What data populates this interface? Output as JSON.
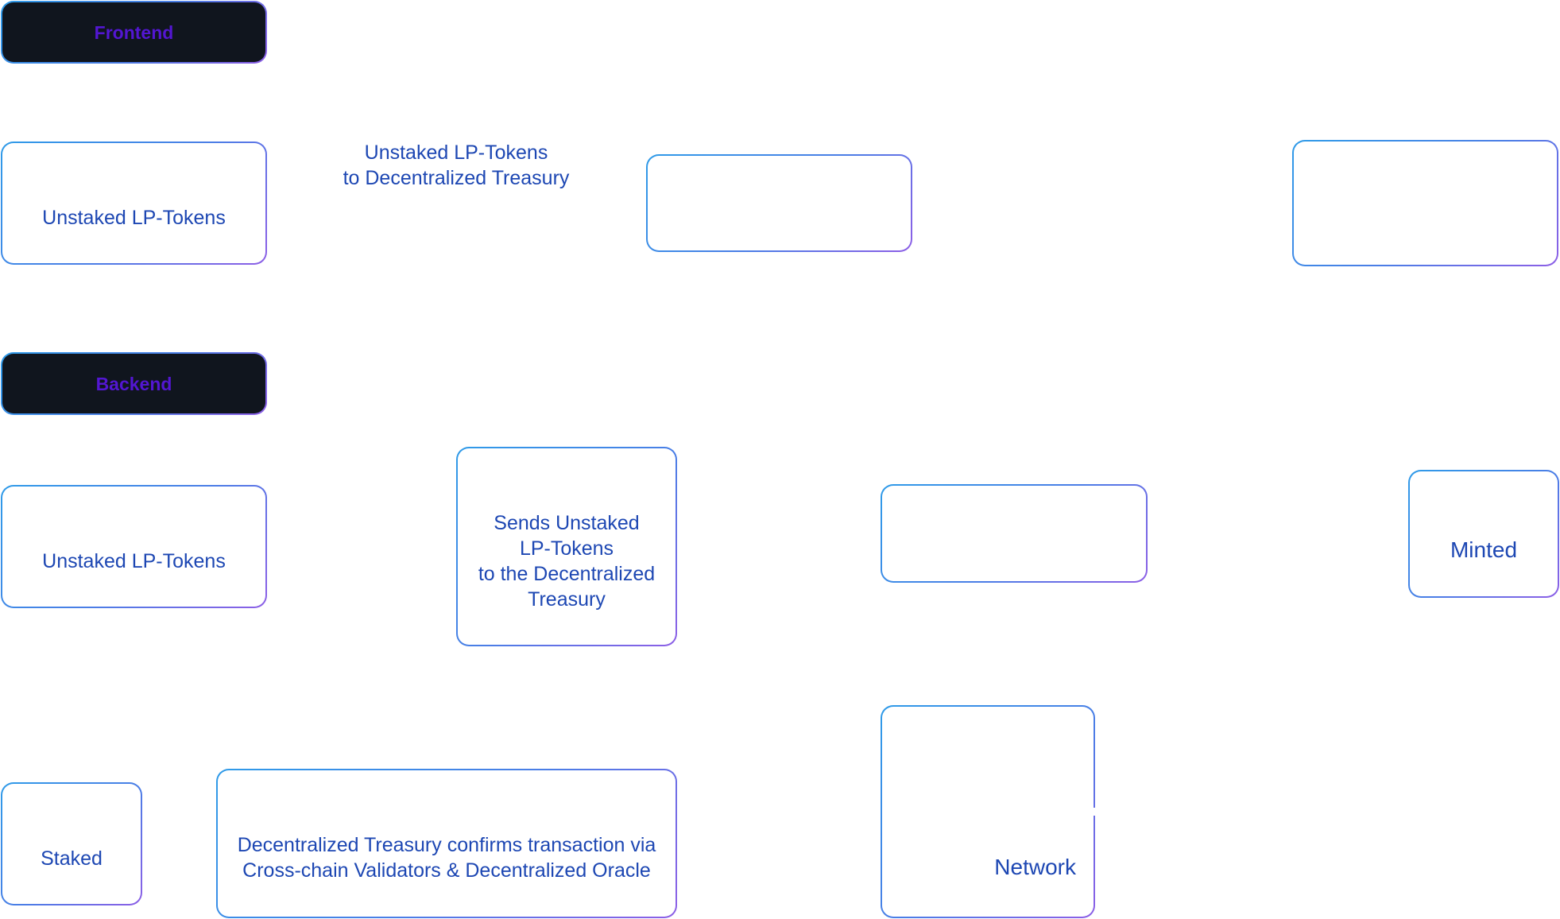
{
  "sections": {
    "frontend": "Frontend",
    "backend": "Backend"
  },
  "frontend_row": {
    "unstaked_box": "Unstaked  LP-Tokens",
    "transfer_caption": "Unstaked LP-Tokens\nto Decentralized Treasury",
    "middle_box": "",
    "right_box": ""
  },
  "backend_row": {
    "unstaked_box": "Unstaked  LP-Tokens",
    "sends_box": "Sends Unstaked\nLP-Tokens\nto the Decentralized\nTreasury",
    "middle_box": "",
    "minted_box": "Minted"
  },
  "bottom_row": {
    "staked_box": "Staked",
    "confirm_box": "Decentralized Treasury confirms transaction via\nCross-chain Validators & Decentralized Oracle",
    "network_box": "Network"
  },
  "colors": {
    "box_border_start": "#2f9be8",
    "box_border_end": "#8d5fe6",
    "box_text": "#1d47b3",
    "section_bg": "#10151e",
    "section_text": "#5316d2"
  }
}
